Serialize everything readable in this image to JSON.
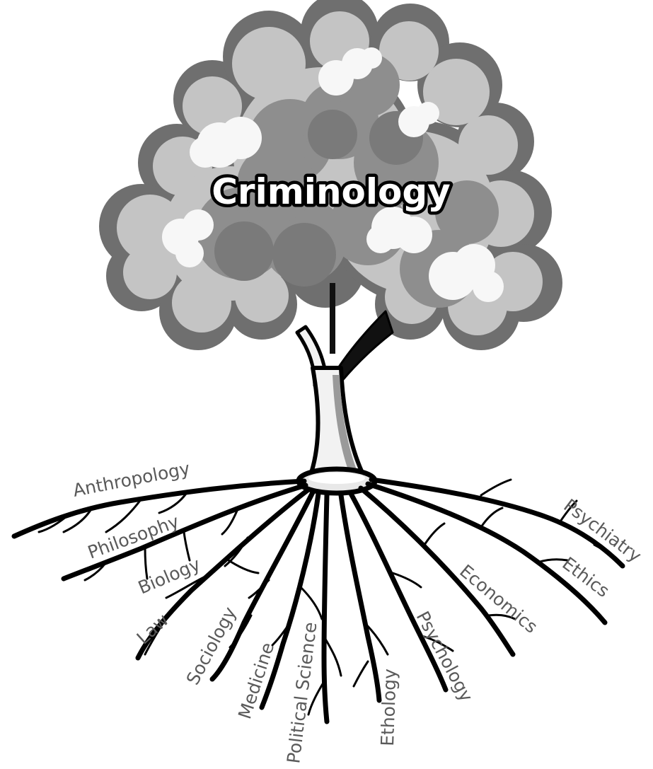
{
  "title": "Criminology",
  "roots": [
    "Anthropology",
    "Philosophy",
    "Biology",
    "Law",
    "Sociology",
    "Medicine",
    "Political Science",
    "Ethology",
    "Psychology",
    "Economics",
    "Psychiatry",
    "Ethics"
  ]
}
